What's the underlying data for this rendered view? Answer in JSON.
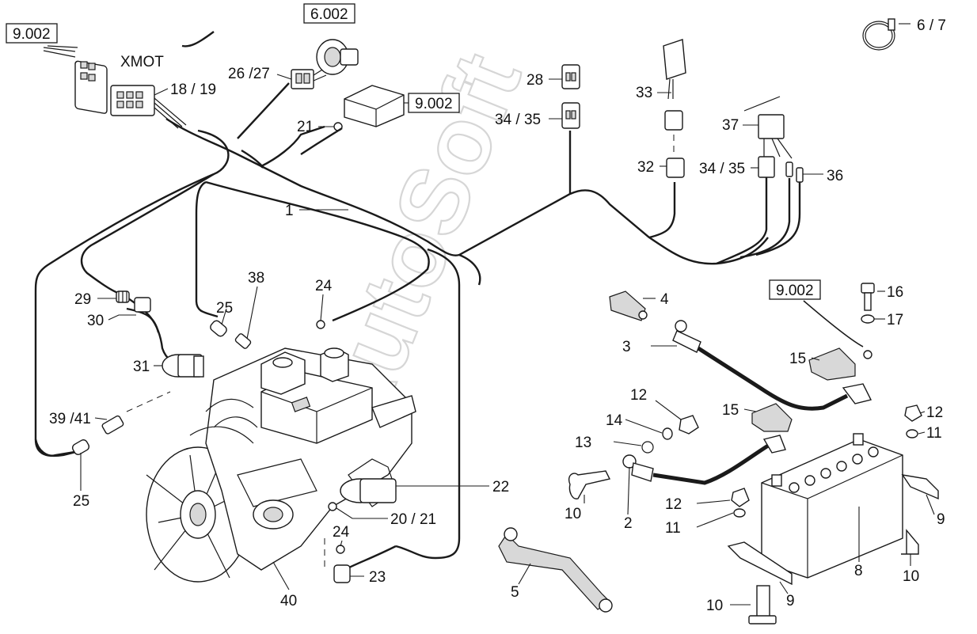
{
  "watermark": "AutoSoft",
  "reference_boxes": {
    "top_left": "9.002",
    "top_center": "6.002",
    "relay_module": "9.002",
    "battery_ground": "9.002"
  },
  "labels": {
    "xmot": "XMOT",
    "p18_19": "18 / 19",
    "p26_27": "26 /27",
    "p21_top": "21",
    "p6_7": "6 / 7",
    "p28": "28",
    "p34_35_a": "34 / 35",
    "p33": "33",
    "p32": "32",
    "p37": "37",
    "p34_35_b": "34 / 35",
    "p36": "36",
    "p1": "1",
    "p38": "38",
    "p24_top": "24",
    "p25_upper": "25",
    "p29": "29",
    "p30": "30",
    "p31": "31",
    "p39_41": "39 /41",
    "p25_lower": "25",
    "p22": "22",
    "p20_21": "20 / 21",
    "p24_bottom": "24",
    "p23": "23",
    "p40": "40",
    "p4": "4",
    "p3": "3",
    "p16": "16",
    "p17": "17",
    "p15_upper": "15",
    "p15_lower": "15",
    "p12_a": "12",
    "p14": "14",
    "p13": "13",
    "p10_a": "10",
    "p2": "2",
    "p12_b": "12",
    "p11_a": "11",
    "p12_c": "12",
    "p11_b": "11",
    "p9_a": "9",
    "p8": "8",
    "p10_b": "10",
    "p5": "5",
    "p10_c": "10",
    "p9_b": "9"
  }
}
